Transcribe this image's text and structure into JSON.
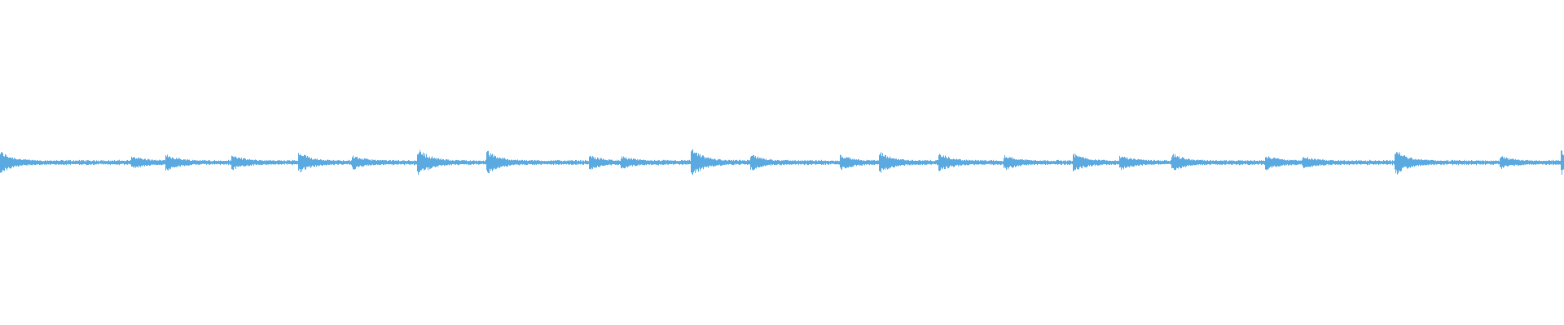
{
  "waveform": {
    "color": "#5aa9e0",
    "background": "#ffffff",
    "transient_positions": [
      0.0,
      0.085,
      0.107,
      0.149,
      0.192,
      0.226,
      0.268,
      0.312,
      0.378,
      0.398,
      0.443,
      0.481,
      0.538,
      0.563,
      0.601,
      0.643,
      0.687,
      0.717,
      0.75,
      0.81,
      0.834,
      0.893,
      0.96,
      0.999
    ],
    "transient_strengths": [
      0.9,
      0.45,
      0.55,
      0.5,
      0.7,
      0.45,
      1.0,
      0.85,
      0.45,
      0.4,
      1.0,
      0.55,
      0.5,
      0.75,
      0.65,
      0.5,
      0.65,
      0.5,
      0.65,
      0.5,
      0.4,
      0.9,
      0.4,
      0.9
    ]
  }
}
